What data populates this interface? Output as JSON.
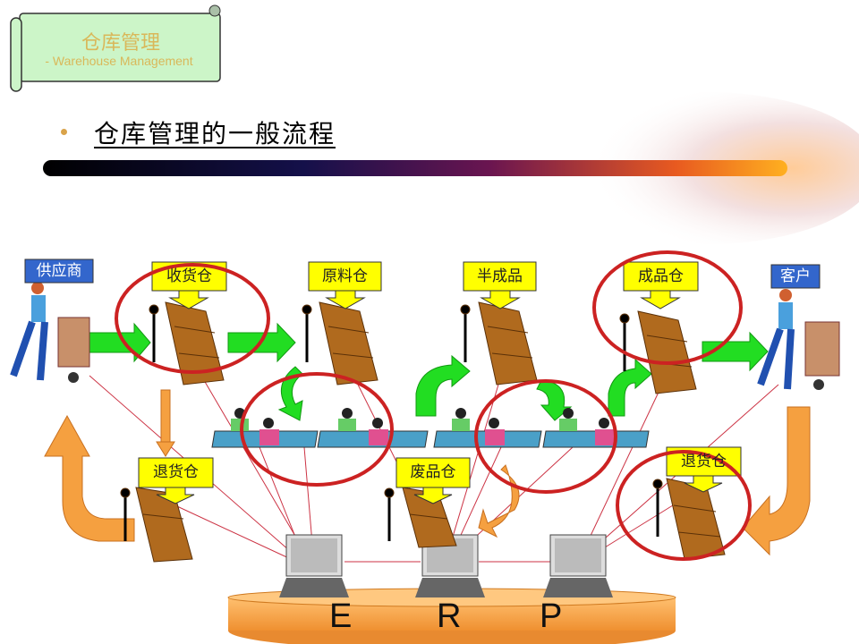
{
  "banner": {
    "title": "仓库管理",
    "subtitle": "- Warehouse Management"
  },
  "heading": "仓库管理的一般流程",
  "nodes": {
    "supplier": "供应商",
    "receiving": "收货仓",
    "raw_material": "原料仓",
    "semi_finished": "半成品",
    "finished": "成品仓",
    "customer": "客户",
    "return_left": "退货仓",
    "scrap": "废品仓",
    "return_right": "退货仓"
  },
  "erp": {
    "letters": [
      "E",
      "R",
      "P"
    ]
  },
  "colors": {
    "label_yellow": "#ffff00",
    "label_blue": "#3366cc",
    "arrow_green": "#22dd22",
    "arrow_orange": "#f5a040",
    "circle_red": "#cc2222",
    "platform": "#f7a74a"
  }
}
